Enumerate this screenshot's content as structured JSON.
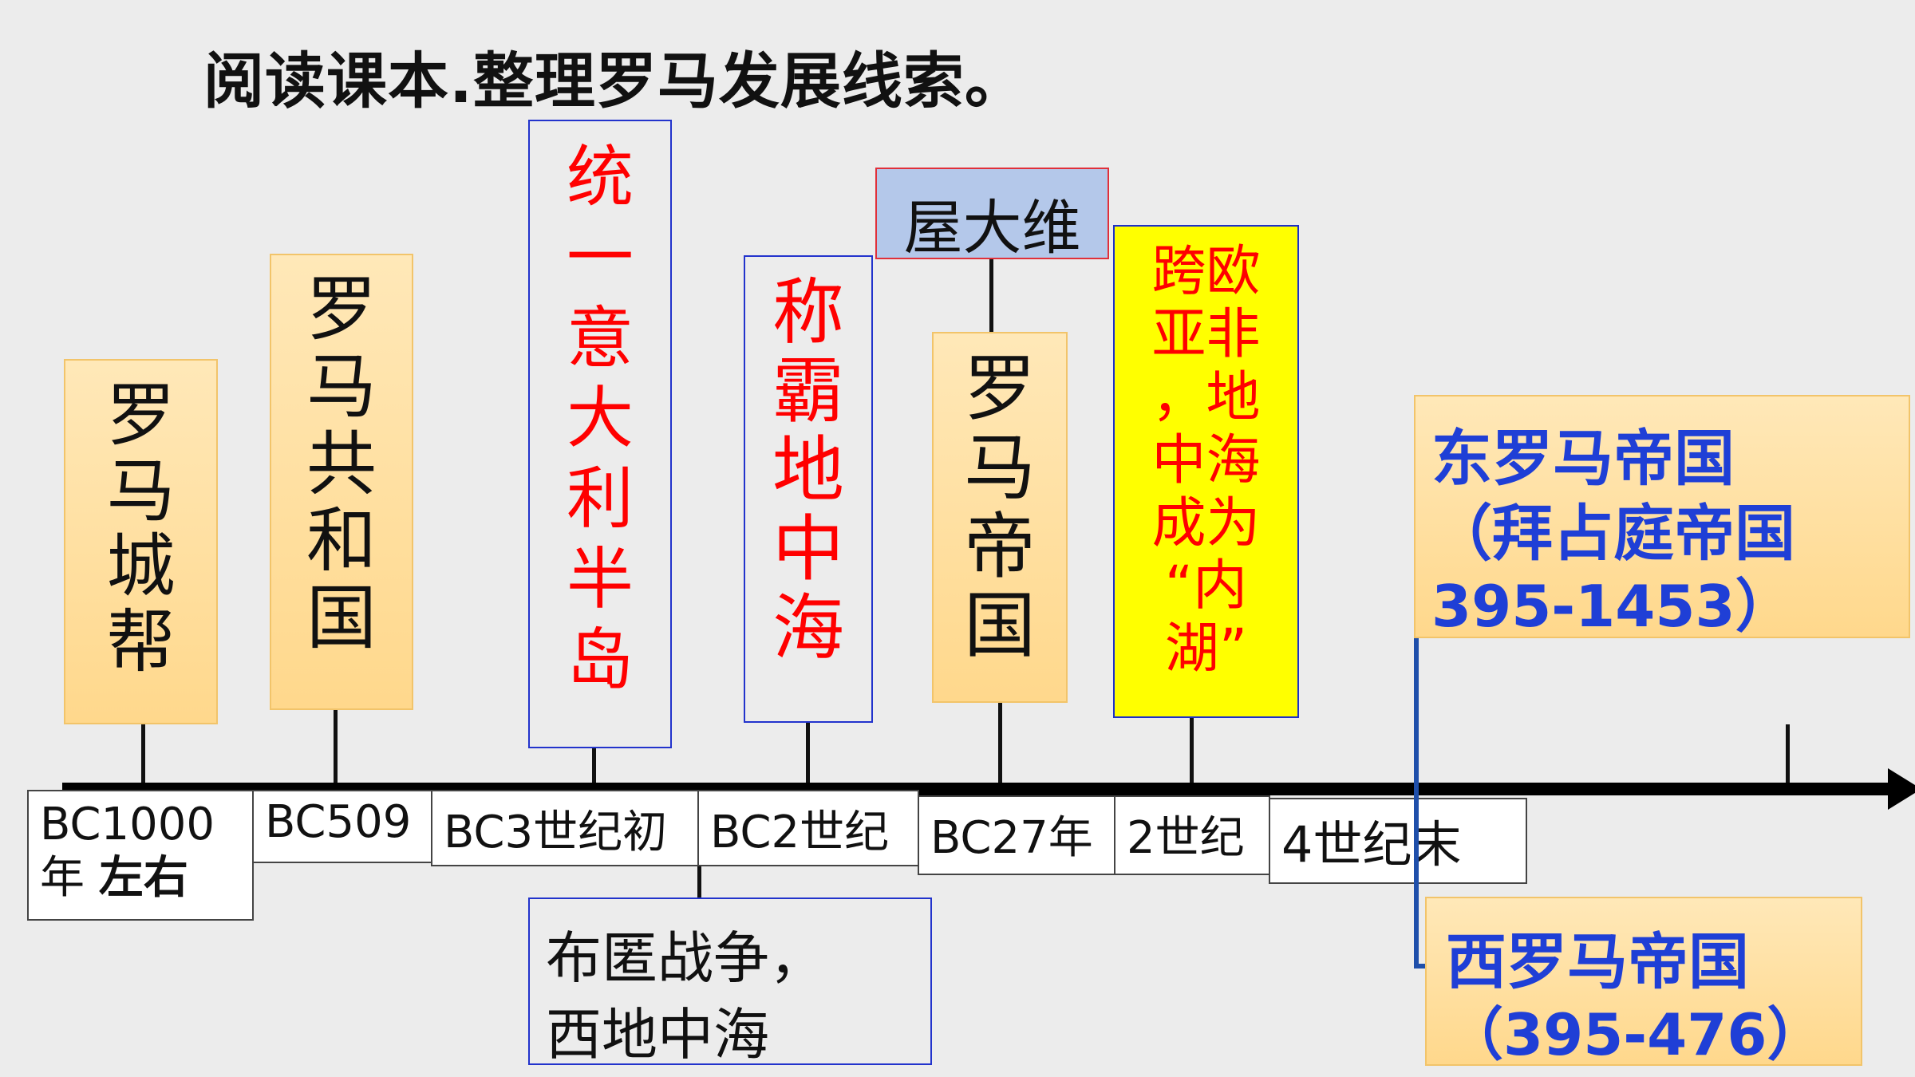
{
  "title": "阅读课本.整理罗马发展线索。",
  "events": [
    {
      "text": "罗马城帮"
    },
    {
      "text": "罗马共和国"
    },
    {
      "text": "统一意大利半岛"
    },
    {
      "text": "称霸地中海"
    },
    {
      "text": "罗马帝国"
    }
  ],
  "octavian": "屋大维",
  "inner_lake": [
    "跨欧",
    "亚非",
    "，地",
    "中海",
    "成为",
    "“内",
    "湖”"
  ],
  "punic": {
    "line1": "布匿战争，",
    "line2": "西地中海"
  },
  "dates": [
    {
      "line1": "BC1000",
      "line2_pre": "年 ",
      "line2_bold": "左右"
    },
    {
      "text": "BC509"
    },
    {
      "text": "BC3世纪初"
    },
    {
      "text": "BC2世纪"
    },
    {
      "text": "BC27年"
    },
    {
      "text": "2世纪"
    },
    {
      "text": "4世纪末"
    }
  ],
  "east_rome": {
    "line1": "东罗马帝国",
    "line2": "（拜占庭帝国",
    "line3": "395-1453）"
  },
  "west_rome": {
    "line1": "西罗马帝国",
    "line2": "（395-476）"
  },
  "colors": {
    "red_text": "#ff0000",
    "blue_text": "#1f3fd6",
    "box_orange": "#ffd88c",
    "box_yellow": "#ffff00",
    "octavian_bg": "#b4c8ea"
  }
}
